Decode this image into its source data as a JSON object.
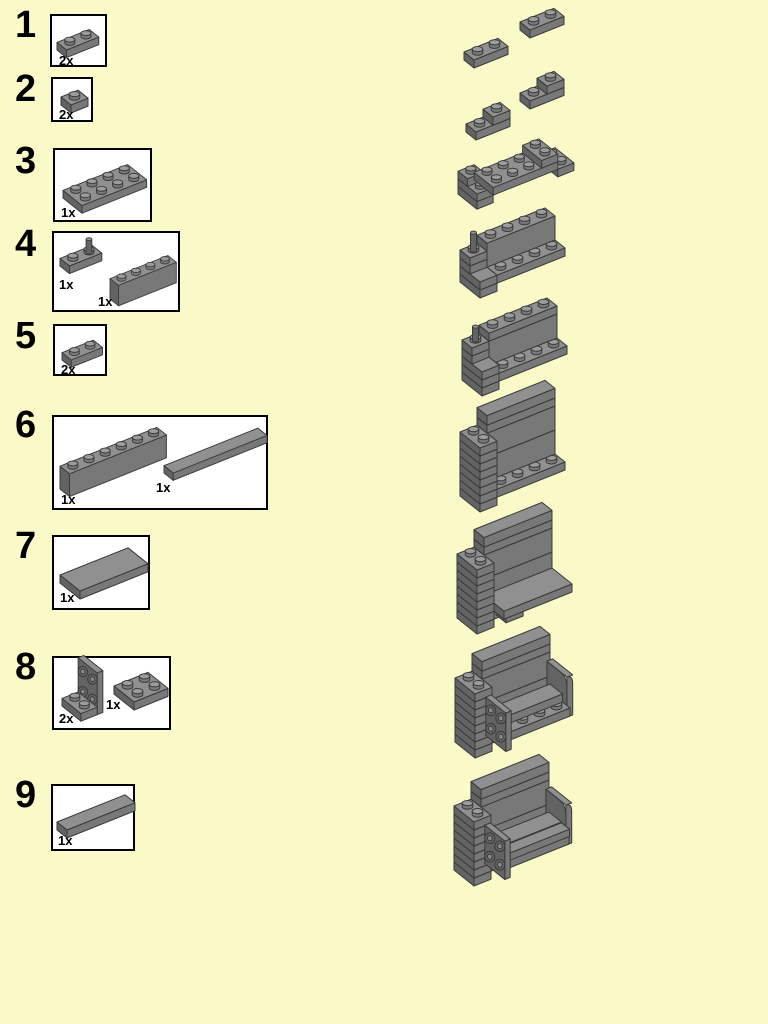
{
  "page": {
    "title": "LEGO building instructions page",
    "background_color": "#FAFAC8"
  },
  "colors": {
    "background": "#FAFAC8",
    "callout_bg": "#FFFFFF",
    "callout_border": "#000000",
    "text": "#000000",
    "brick_top": "#909090",
    "brick_front": "#787878",
    "brick_side": "#636363",
    "stud_top": "#9C9C9C",
    "stud_inner": "#8A8A8A",
    "outline": "#3A3A3A"
  },
  "steps": [
    {
      "number": "1",
      "parts": [
        {
          "part": "plate-1x2",
          "qty": "2x"
        }
      ]
    },
    {
      "number": "2",
      "parts": [
        {
          "part": "plate-1x1",
          "qty": "2x"
        }
      ]
    },
    {
      "number": "3",
      "parts": [
        {
          "part": "plate-2x4",
          "qty": "1x"
        }
      ]
    },
    {
      "number": "4",
      "parts": [
        {
          "part": "plate-1x2-with-vertical-bar",
          "qty": "1x"
        },
        {
          "part": "brick-1x4",
          "qty": "1x"
        }
      ]
    },
    {
      "number": "5",
      "parts": [
        {
          "part": "plate-1x2",
          "qty": "2x"
        }
      ]
    },
    {
      "number": "6",
      "parts": [
        {
          "part": "brick-1x6",
          "qty": "1x"
        },
        {
          "part": "tile-1x6",
          "qty": "1x"
        }
      ]
    },
    {
      "number": "7",
      "parts": [
        {
          "part": "tile-2x4",
          "qty": "1x"
        }
      ]
    },
    {
      "number": "8",
      "parts": [
        {
          "part": "bracket-1x2-2x2",
          "qty": "2x"
        },
        {
          "part": "plate-2x2",
          "qty": "1x"
        }
      ]
    },
    {
      "number": "9",
      "parts": [
        {
          "part": "tile-1x4",
          "qty": "1x"
        }
      ]
    }
  ]
}
